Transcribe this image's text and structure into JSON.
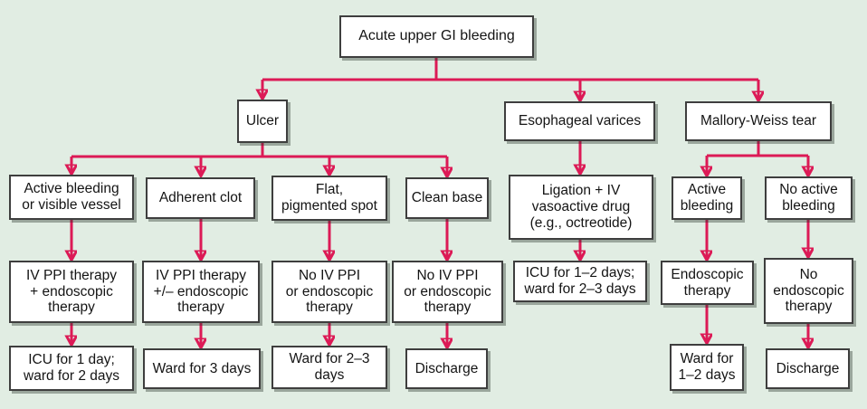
{
  "diagram_type": "flowchart",
  "colors": {
    "background": "#e1ede3",
    "arrow": "#dc1a56",
    "box_border": "#3e3e3e",
    "box_fill": "#ffffff",
    "text": "#141414"
  },
  "nodes": {
    "acute": "Acute upper GI bleeding",
    "ulcer": "Ulcer",
    "esophageal_varices": "Esophageal varices",
    "mallory_weiss": "Mallory-Weiss tear",
    "active_bleeding_vessel": "Active bleeding\nor visible vessel",
    "adherent_clot": "Adherent clot",
    "flat_pigmented_spot": "Flat,\npigmented spot",
    "clean_base": "Clean base",
    "ligation": "Ligation + IV\nvasoactive drug\n(e.g., octreotide)",
    "active_bleeding": "Active\nbleeding",
    "no_active_bleeding": "No active\nbleeding",
    "iv_ppi_plus_endo": "IV PPI therapy\n+ endoscopic\ntherapy",
    "iv_ppi_pm_endo": "IV PPI therapy\n+/– endoscopic\ntherapy",
    "no_ppi_endo_1": "No IV PPI\nor endoscopic\ntherapy",
    "no_ppi_endo_2": "No IV PPI\nor endoscopic\ntherapy",
    "icu_1_2_days": "ICU for 1–2 days;\nward for 2–3 days",
    "endoscopic_therapy": "Endoscopic\ntherapy",
    "no_endoscopic_therapy": "No\nendoscopic\ntherapy",
    "icu_1_day": "ICU for 1 day;\nward for 2 days",
    "ward_3_days": "Ward for 3 days",
    "ward_2_3_days": "Ward for 2–3\ndays",
    "discharge_1": "Discharge",
    "ward_1_2_days": "Ward for\n1–2 days",
    "discharge_2": "Discharge"
  },
  "edges": [
    {
      "from": "acute",
      "to": "ulcer"
    },
    {
      "from": "acute",
      "to": "esophageal_varices"
    },
    {
      "from": "acute",
      "to": "mallory_weiss"
    },
    {
      "from": "ulcer",
      "to": "active_bleeding_vessel"
    },
    {
      "from": "ulcer",
      "to": "adherent_clot"
    },
    {
      "from": "ulcer",
      "to": "flat_pigmented_spot"
    },
    {
      "from": "ulcer",
      "to": "clean_base"
    },
    {
      "from": "esophageal_varices",
      "to": "ligation"
    },
    {
      "from": "mallory_weiss",
      "to": "active_bleeding"
    },
    {
      "from": "mallory_weiss",
      "to": "no_active_bleeding"
    },
    {
      "from": "active_bleeding_vessel",
      "to": "iv_ppi_plus_endo"
    },
    {
      "from": "adherent_clot",
      "to": "iv_ppi_pm_endo"
    },
    {
      "from": "flat_pigmented_spot",
      "to": "no_ppi_endo_1"
    },
    {
      "from": "clean_base",
      "to": "no_ppi_endo_2"
    },
    {
      "from": "ligation",
      "to": "icu_1_2_days"
    },
    {
      "from": "active_bleeding",
      "to": "endoscopic_therapy"
    },
    {
      "from": "no_active_bleeding",
      "to": "no_endoscopic_therapy"
    },
    {
      "from": "iv_ppi_plus_endo",
      "to": "icu_1_day"
    },
    {
      "from": "iv_ppi_pm_endo",
      "to": "ward_3_days"
    },
    {
      "from": "no_ppi_endo_1",
      "to": "ward_2_3_days"
    },
    {
      "from": "no_ppi_endo_2",
      "to": "discharge_1"
    },
    {
      "from": "endoscopic_therapy",
      "to": "ward_1_2_days"
    },
    {
      "from": "no_endoscopic_therapy",
      "to": "discharge_2"
    }
  ]
}
